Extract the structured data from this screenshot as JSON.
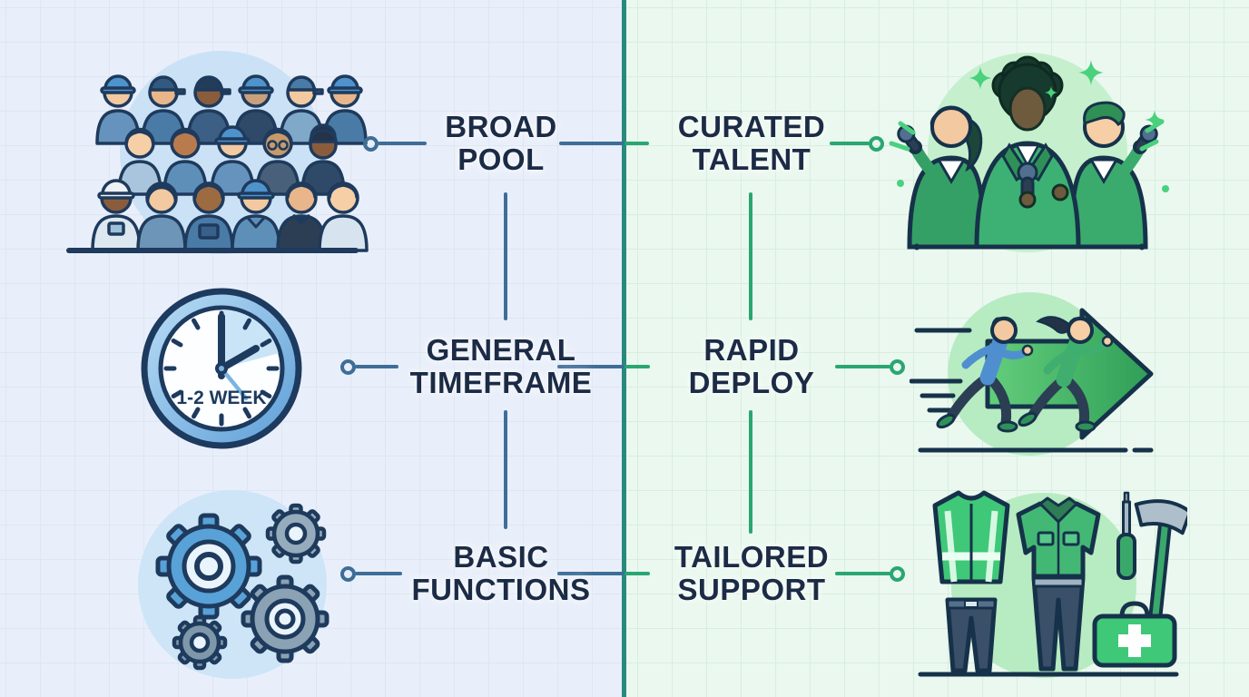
{
  "colors": {
    "left_bg": "#e9effa",
    "right_bg": "#eaf8ef",
    "left_accent": "#3e6e97",
    "right_accent": "#2aa671",
    "divider": "#28897c",
    "label_text": "#1c2b45"
  },
  "left_panel": {
    "rows": [
      {
        "line1": "BROAD",
        "line2": "POOL"
      },
      {
        "line1": "GENERAL",
        "line2": "TIMEFRAME"
      },
      {
        "line1": "BASIC",
        "line2": "FUNCTIONS"
      }
    ],
    "clock_label": "1-2 WEEK"
  },
  "right_panel": {
    "rows": [
      {
        "line1": "CURATED",
        "line2": "TALENT"
      },
      {
        "line1": "RAPID",
        "line2": "DEPLOY"
      },
      {
        "line1": "TAILORED",
        "line2": "SUPPORT"
      }
    ]
  }
}
